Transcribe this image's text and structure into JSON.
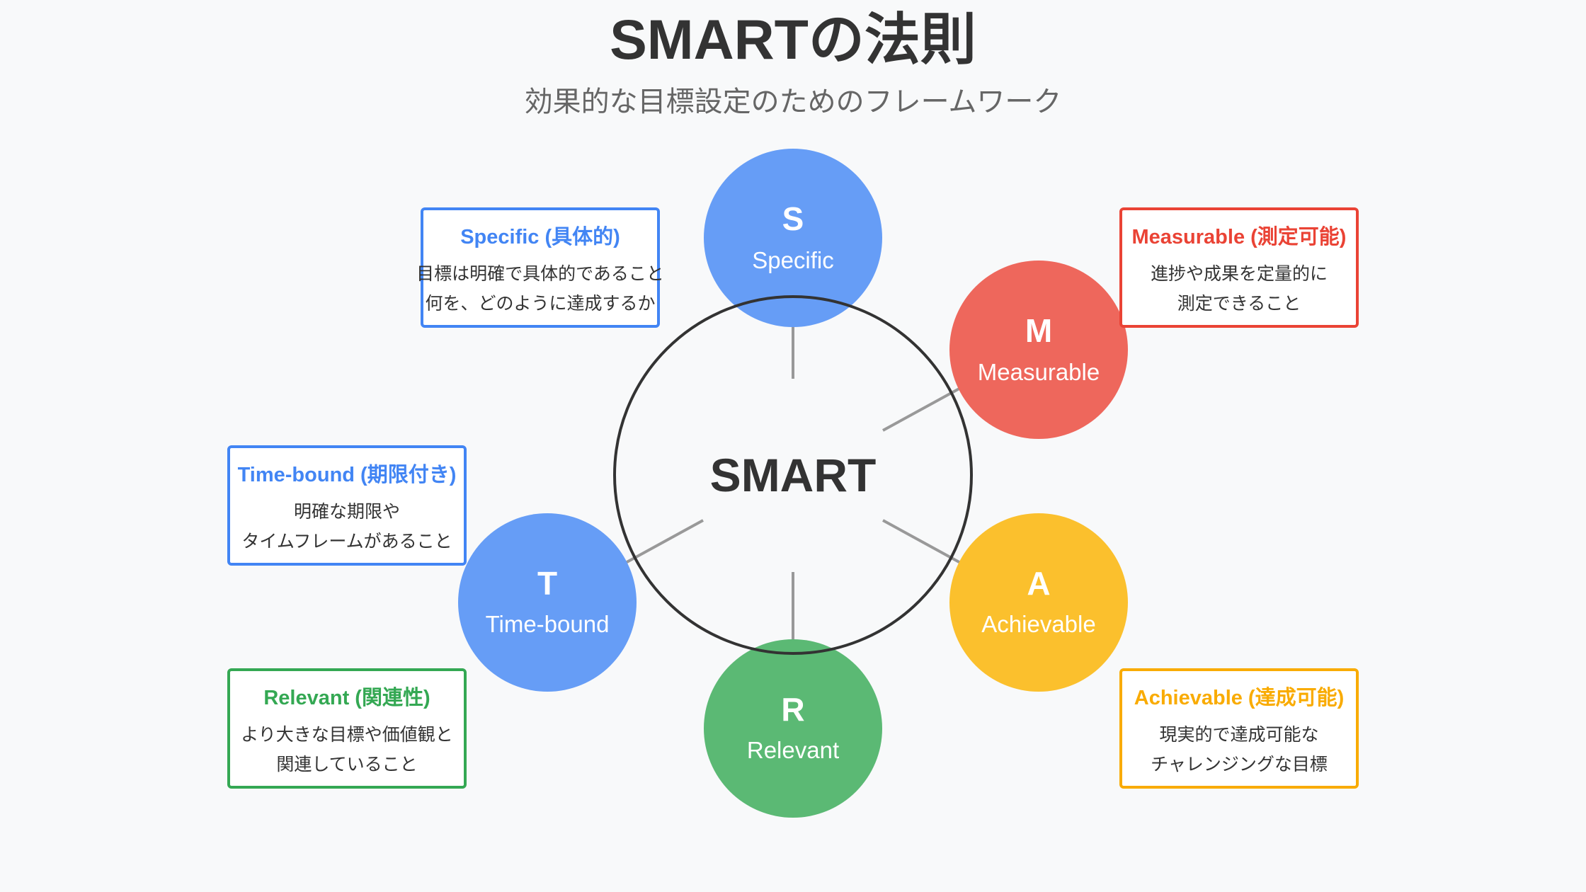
{
  "title": "SMARTの法則",
  "subtitle": "効果的な目標設定のためのフレームワーク",
  "center_label": "SMART",
  "colors": {
    "blue": "#669df6",
    "blue_dark": "#4285f4",
    "red": "#ee675c",
    "red_dark": "#ea4335",
    "yellow": "#fbc02d",
    "yellow_dark": "#f9ab00",
    "green": "#5bb974",
    "green_dark": "#34a853",
    "center_stroke": "#333333",
    "connector": "#999999"
  },
  "elements": [
    {
      "key": "s",
      "letter": "S",
      "name": "Specific",
      "color": "#669df6",
      "box_color": "#4285f4",
      "box_title": "Specific (具体的)",
      "box_lines": [
        "目標は明確で具体的であること",
        "何を、どのように達成するか"
      ]
    },
    {
      "key": "m",
      "letter": "M",
      "name": "Measurable",
      "color": "#ee675c",
      "box_color": "#ea4335",
      "box_title": "Measurable (測定可能)",
      "box_lines": [
        "進捗や成果を定量的に",
        "測定できること"
      ]
    },
    {
      "key": "a",
      "letter": "A",
      "name": "Achievable",
      "color": "#fbc02d",
      "box_color": "#f9ab00",
      "box_title": "Achievable (達成可能)",
      "box_lines": [
        "現実的で達成可能な",
        "チャレンジングな目標"
      ]
    },
    {
      "key": "r",
      "letter": "R",
      "name": "Relevant",
      "color": "#5bb974",
      "box_color": "#34a853",
      "box_title": "Relevant (関連性)",
      "box_lines": [
        "より大きな目標や価値観と",
        "関連していること"
      ]
    },
    {
      "key": "t",
      "letter": "T",
      "name": "Time-bound",
      "color": "#669df6",
      "box_color": "#4285f4",
      "box_title": "Time-bound (期限付き)",
      "box_lines": [
        "明確な期限や",
        "タイムフレームがあること"
      ]
    }
  ]
}
